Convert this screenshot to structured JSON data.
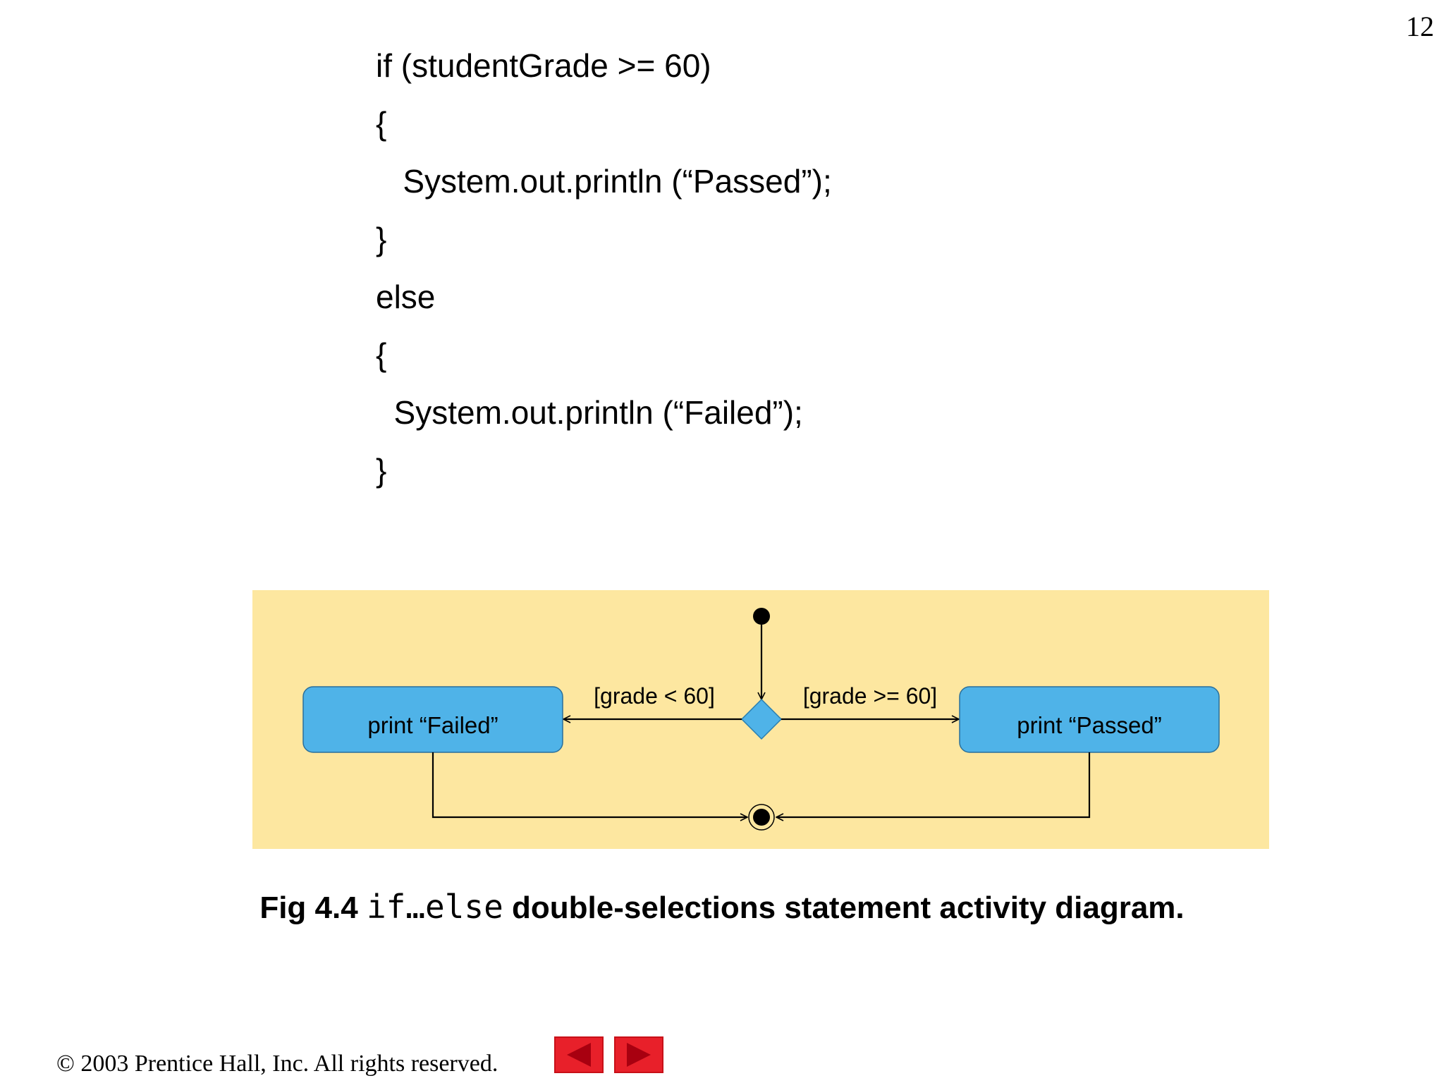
{
  "page_number": "12",
  "code_lines": [
    "if (studentGrade >= 60)",
    "{",
    "   System.out.println (“Passed”);",
    "}",
    "else",
    "{",
    "  System.out.println (“Failed”);",
    "}"
  ],
  "diagram": {
    "nodes": {
      "failed_action": "print “Failed”",
      "passed_action": "print “Passed”"
    },
    "guards": {
      "less_than": "[grade < 60]",
      "greater_equal": "[grade >= 60]"
    },
    "colors": {
      "panel": "#fde7a0",
      "action_fill": "#4fb3e8",
      "decision_fill": "#4fb3e8"
    }
  },
  "caption": {
    "prefix": "Fig 4.4",
    "code": "if…else",
    "suffix": "double-selections statement activity diagram."
  },
  "footer": {
    "copyright": "© 2003 Prentice Hall, Inc.  All rights reserved."
  },
  "nav": {
    "prev_icon": "left-triangle-icon",
    "next_icon": "right-triangle-icon",
    "button_color": "#e8202a"
  }
}
